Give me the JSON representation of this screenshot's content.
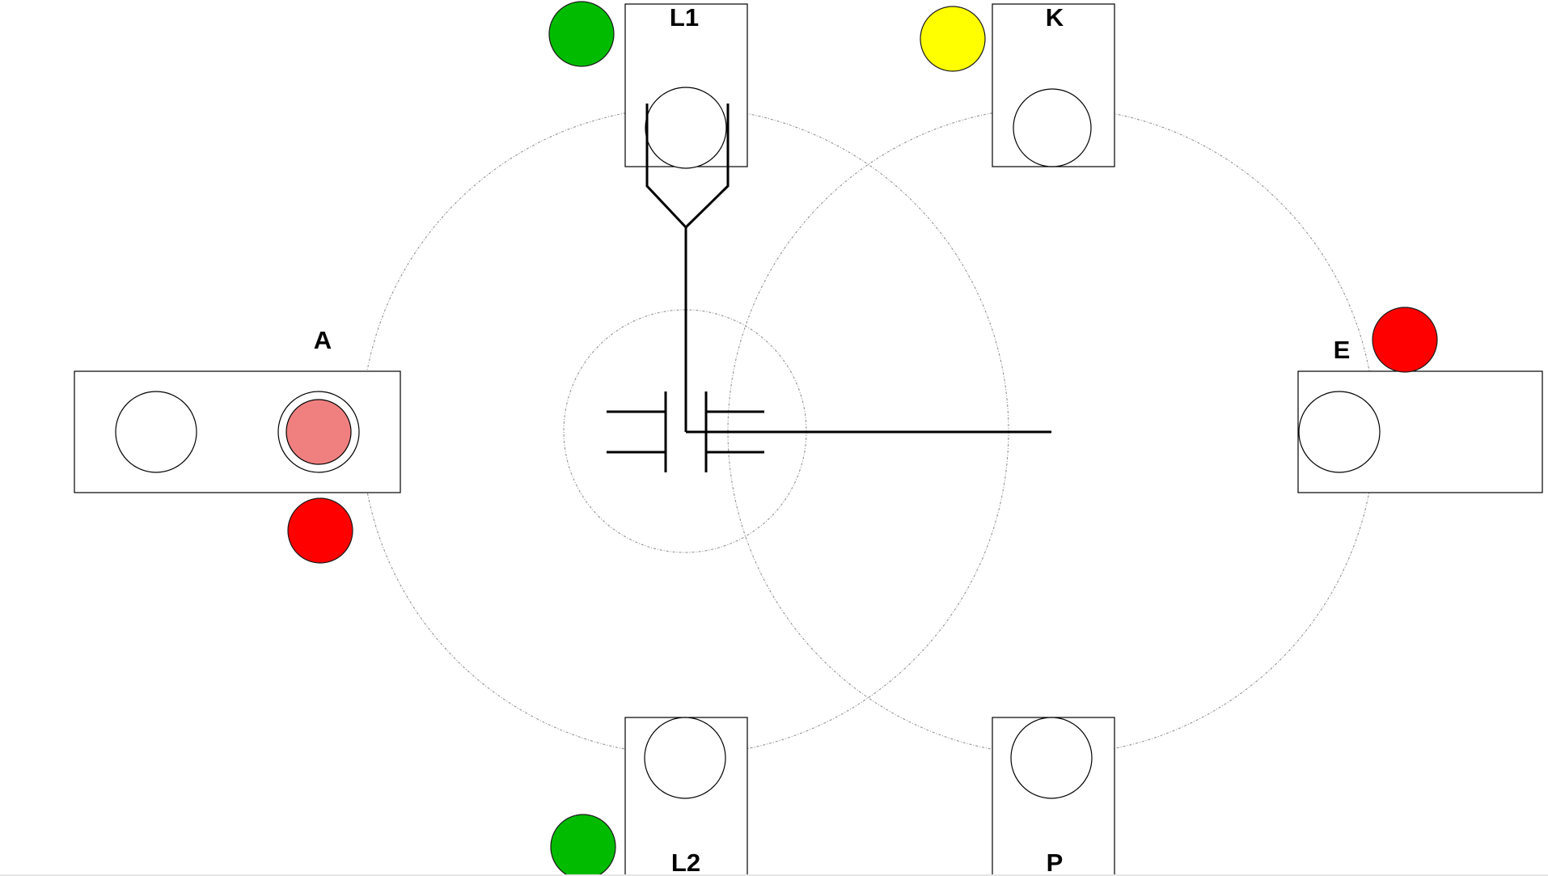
{
  "diagram": {
    "stations": [
      {
        "id": "L1",
        "label": "L1",
        "lamp": "green"
      },
      {
        "id": "K",
        "label": "K",
        "lamp": "yellow"
      },
      {
        "id": "A",
        "label": "A",
        "lamp": "red",
        "occupied_slot_color": "#f08080"
      },
      {
        "id": "E",
        "label": "E",
        "lamp": "red"
      },
      {
        "id": "L2",
        "label": "L2",
        "lamp": "green"
      },
      {
        "id": "P",
        "label": "P",
        "lamp": "none"
      }
    ],
    "colors": {
      "green": "#00bb00",
      "yellow": "#ffff00",
      "red": "#ff0000",
      "wafer_present": "#f08080",
      "line": "#000000",
      "guide": "#8a8a8a"
    }
  }
}
